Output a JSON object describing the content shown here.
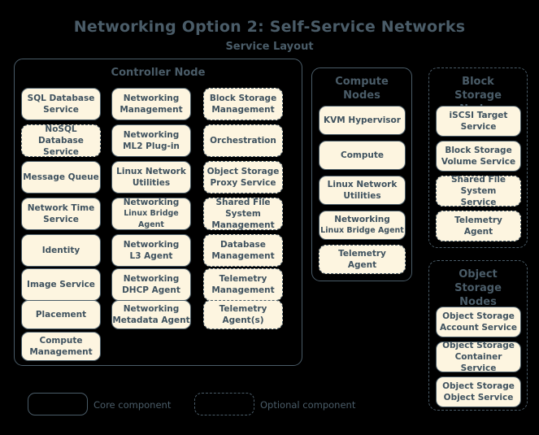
{
  "header": {
    "title": "Networking Option 2: Self-Service Networks",
    "subtitle": "Service Layout"
  },
  "colors": {
    "background": "#000000",
    "box_fill": "#fdf5e0",
    "stroke": "#4a5c68",
    "text": "#3f525f"
  },
  "nodes": [
    {
      "id": "controller",
      "title": "Controller Node",
      "optional": false,
      "services": [
        {
          "line1": "SQL Database",
          "line2": "Service",
          "optional": false
        },
        {
          "line1": "Networking",
          "line2": "Management",
          "optional": false
        },
        {
          "line1": "Block Storage",
          "line2": "Management",
          "optional": true
        },
        {
          "line1": "NoSQL Database",
          "line2": "Service",
          "optional": true
        },
        {
          "line1": "Networking",
          "line2": "ML2 Plug-in",
          "optional": false
        },
        {
          "line1": "Orchestration",
          "line2": "",
          "optional": true
        },
        {
          "line1": "Message Queue",
          "line2": "",
          "optional": false
        },
        {
          "line1": "Linux Network",
          "line2": "Utilities",
          "optional": false
        },
        {
          "line1": "Object Storage",
          "line2": "Proxy Service",
          "optional": true
        },
        {
          "line1": "Network Time",
          "line2": "Service",
          "optional": false
        },
        {
          "line1": "Networking",
          "line2": "Linux Bridge Agent",
          "optional": false,
          "small2": true
        },
        {
          "line1": "Shared File System",
          "line2": "Management",
          "optional": true
        },
        {
          "line1": "Identity",
          "line2": "",
          "optional": false
        },
        {
          "line1": "Networking",
          "line2": "L3 Agent",
          "optional": false
        },
        {
          "line1": "Database",
          "line2": "Management",
          "optional": true
        },
        {
          "line1": "Image Service",
          "line2": "",
          "optional": false
        },
        {
          "line1": "Networking",
          "line2": "DHCP Agent",
          "optional": false
        },
        {
          "line1": "Telemetry",
          "line2": "Management",
          "optional": true
        },
        {
          "line1": "Placement",
          "line2": "",
          "optional": false
        },
        {
          "line1": "Networking",
          "line2": "Metadata Agent",
          "optional": false
        },
        {
          "line1": "Telemetry",
          "line2": "Agent(s)",
          "optional": true
        },
        {
          "line1": "Compute",
          "line2": "Management",
          "optional": false
        }
      ]
    },
    {
      "id": "compute",
      "title": "Compute Nodes",
      "optional": false,
      "services": [
        {
          "line1": "KVM Hypervisor",
          "line2": "",
          "optional": false
        },
        {
          "line1": "Compute",
          "line2": "",
          "optional": false
        },
        {
          "line1": "Linux Network",
          "line2": "Utilities",
          "optional": false
        },
        {
          "line1": "Networking",
          "line2": "Linux Bridge Agent",
          "optional": false,
          "small2": true
        },
        {
          "line1": "Telemetry",
          "line2": "Agent",
          "optional": true
        }
      ]
    },
    {
      "id": "block-storage",
      "title": "Block Storage Nodes",
      "optional": true,
      "services": [
        {
          "line1": "iSCSI Target",
          "line2": "Service",
          "optional": false
        },
        {
          "line1": "Block Storage",
          "line2": "Volume Service",
          "optional": false
        },
        {
          "line1": "Shared File System",
          "line2": "Service",
          "optional": true
        },
        {
          "line1": "Telemetry",
          "line2": "Agent",
          "optional": true
        }
      ]
    },
    {
      "id": "object-storage",
      "title": "Object Storage Nodes",
      "optional": true,
      "services": [
        {
          "line1": "Object Storage",
          "line2": "Account Service",
          "optional": false
        },
        {
          "line1": "Object Storage",
          "line2": "Container Service",
          "optional": false
        },
        {
          "line1": "Object Storage",
          "line2": "Object Service",
          "optional": false
        }
      ]
    }
  ],
  "legend": {
    "core_label": "Core component",
    "optional_label": "Optional component"
  }
}
